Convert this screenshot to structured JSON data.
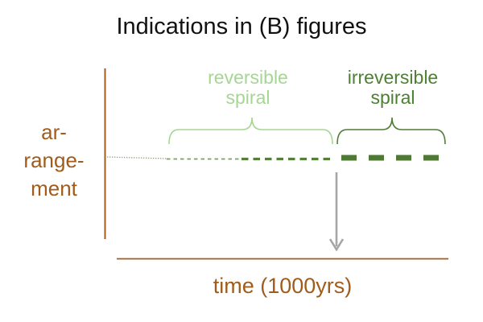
{
  "title": "Indications in (B) figures",
  "axes": {
    "y_label_lines": [
      "ar-",
      "range-",
      "ment"
    ],
    "x_label": "time (1000yrs)"
  },
  "phases": [
    {
      "label": "reversible spiral",
      "label_color": "#a6d693",
      "line_style": "fine dotted growing to small dashes",
      "brace_color": "#a6d693"
    },
    {
      "label": "irreversible spiral",
      "label_color": "#4c8033",
      "line_style": "thick bold dashes",
      "brace_color": "#4f7d35"
    }
  ],
  "line_segments": {
    "dotted_color": "#93a57e",
    "small_dash_color": "#79a35c",
    "medium_dash_color": "#567f3b",
    "thick_dash_color": "#4e7a33"
  },
  "colors": {
    "axis_brown": "#a05c1c",
    "arrow_gray": "#a6a6a6",
    "title_black": "#111111"
  },
  "icons": {
    "down_arrow": "transition point marker pointing down to time axis"
  }
}
